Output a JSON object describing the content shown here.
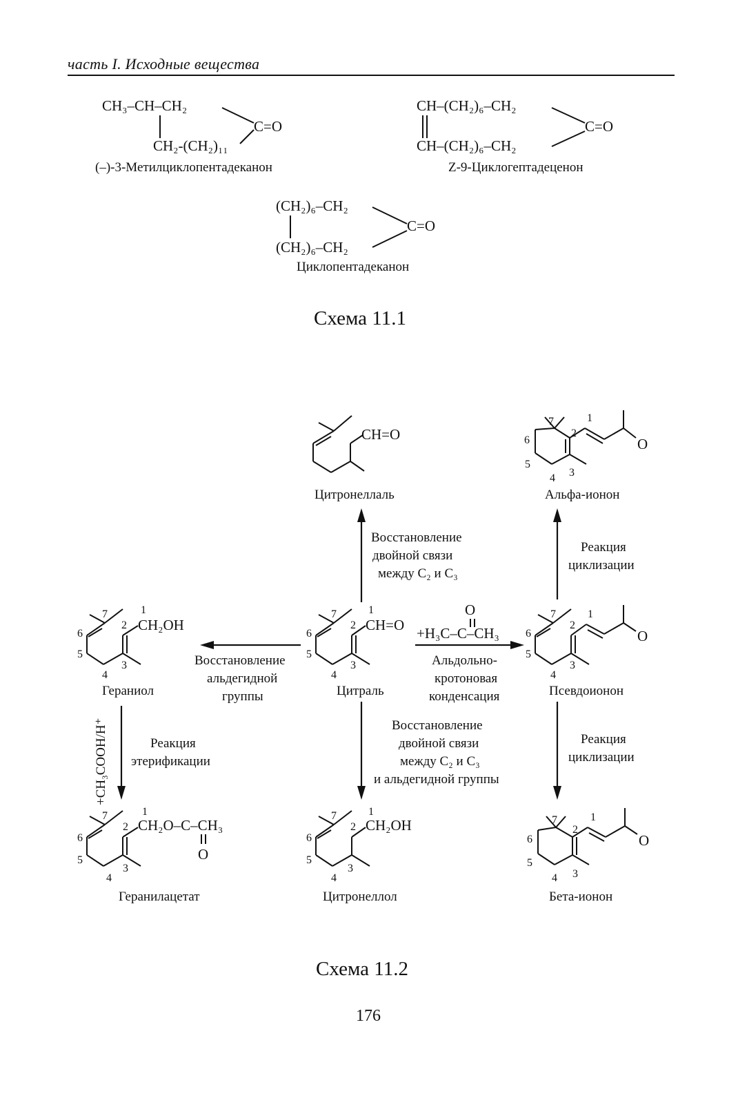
{
  "header": {
    "text": "часть I. Исходные вещества",
    "page_number": "176"
  },
  "scheme1": {
    "caption": "Схема 11.1",
    "compounds": [
      {
        "name": "(–)-3-Метилциклопентадеканон",
        "formula_top": "CH₃–CH–CH₂",
        "formula_bottom": "CH₂-(CH₂)₁₁",
        "carbonyl": "C=O"
      },
      {
        "name": "Z-9-Циклогептадеценон",
        "formula_top": "CH–(CH₂)₆–CH₂",
        "formula_bottom": "CH–(CH₂)₆–CH₂",
        "carbonyl": "C=O"
      },
      {
        "name": "Циклопентадеканон",
        "formula_top": "(CH₂)₆–CH₂",
        "formula_bottom": "(CH₂)₆–CH₂",
        "carbonyl": "C=O"
      }
    ]
  },
  "scheme2": {
    "caption": "Схема 11.2",
    "compounds": {
      "citronellal": {
        "name": "Цитронеллаль",
        "group": "CH=O"
      },
      "alpha_ionone": {
        "name": "Альфа-ионон",
        "group": "O"
      },
      "geraniol": {
        "name": "Гераниол",
        "group": "CH₂OH"
      },
      "citral": {
        "name": "Цитраль",
        "group": "CH=O"
      },
      "pseudoionone": {
        "name": "Псевдоионон",
        "group": "O"
      },
      "geranyl_acetate": {
        "name": "Геранилацетат",
        "group": "CH₂O–C–CH₃",
        "group_o": "O"
      },
      "citronellol": {
        "name": "Цитронеллол",
        "group": "CH₂OH"
      },
      "beta_ionone": {
        "name": "Бета-ионон",
        "group": "O"
      }
    },
    "reagent_acetone": "+H₃C–C–CH₃",
    "reagent_acetone_o": "O",
    "reagent_acid": "+CH₃COOH/H⁺",
    "conditions": {
      "citral_to_citronellal": [
        "Восстановление",
        "двойной связи",
        "между C₂ и C₃"
      ],
      "pseudo_to_alpha": [
        "Реакция",
        "циклизации"
      ],
      "citral_to_geraniol": [
        "Восстановление",
        "альдегидной",
        "группы"
      ],
      "citral_to_pseudo": [
        "Альдольно-",
        "кротоновая",
        "конденсация"
      ],
      "geraniol_to_acetate": [
        "Реакция",
        "этерификации"
      ],
      "citral_to_citronellol": [
        "Восстановление",
        "двойной связи",
        "между C₂ и C₃",
        "и альдегидной группы"
      ],
      "pseudo_to_beta": [
        "Реакция",
        "циклизации"
      ]
    },
    "atom_numbers": [
      "1",
      "2",
      "3",
      "4",
      "5",
      "6",
      "7"
    ]
  }
}
